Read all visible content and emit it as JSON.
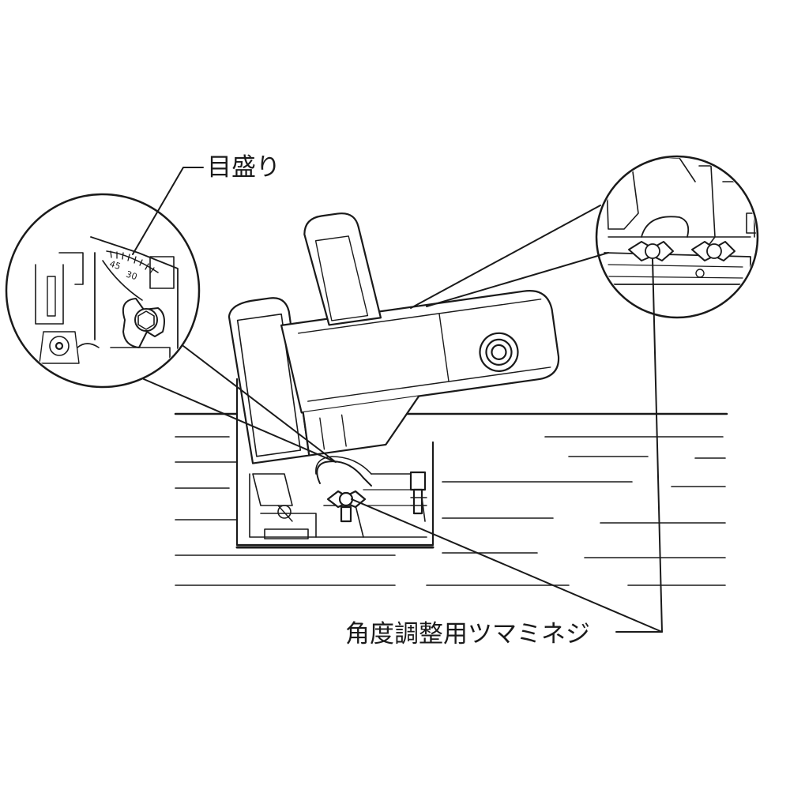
{
  "callouts": {
    "scale_label": "目盛り",
    "knob_label": "角度調整用ツマミネジ"
  },
  "scale_marks": {
    "mark_45": "45",
    "mark_30": "30"
  },
  "colors": {
    "line": "#1a1a1a",
    "fill": "#ffffff",
    "shade": "#d9d9d9"
  }
}
